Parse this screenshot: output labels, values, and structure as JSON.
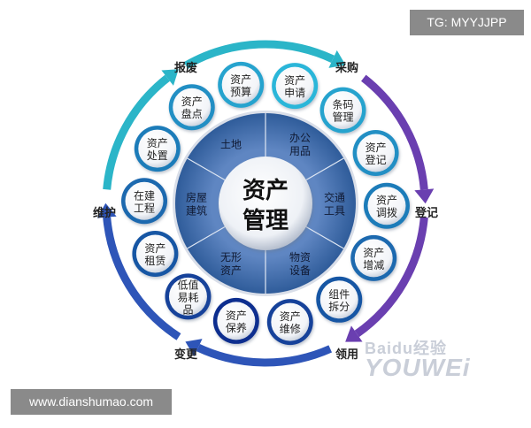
{
  "center": {
    "line1": "资产",
    "line2": "管理"
  },
  "inner_ring": [
    "土地",
    "办公用品",
    "交通工具",
    "物资设备",
    "无形资产",
    "房屋建筑"
  ],
  "outer_items": [
    "资产申请",
    "条码管理",
    "资产登记",
    "资产调拨",
    "资产增减",
    "组件拆分",
    "资产维修",
    "资产保养",
    "低值易耗品",
    "资产租赁",
    "在建工程",
    "资产处置",
    "资产盘点",
    "资产预算"
  ],
  "cycle_labels": [
    "采购",
    "登记",
    "领用",
    "变更",
    "维护",
    "报废"
  ],
  "badges": {
    "top_right": "TG: MYYJJPP",
    "bottom_left": "www.dianshumao.com"
  },
  "watermark": {
    "top": "Baidu经验",
    "bottom": "YOUWEi"
  },
  "colors": {
    "outer_start": "#29b6d9",
    "outer_end": "#0f2f8f",
    "ring": "#2f5c9a",
    "arrow_cyan": "#2bb5c8",
    "arrow_purple": "#6a3fb0",
    "arrow_blue": "#2e55b8"
  }
}
